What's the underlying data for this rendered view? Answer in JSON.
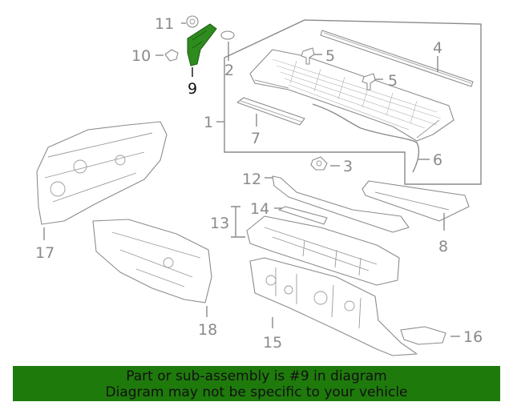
{
  "callouts": {
    "c1": "1",
    "c2": "2",
    "c3": "3",
    "c4": "4",
    "c5a": "5",
    "c5b": "5",
    "c6": "6",
    "c7": "7",
    "c8": "8",
    "c9": "9",
    "c10": "10",
    "c11": "11",
    "c12": "12",
    "c13": "13",
    "c14": "14",
    "c15": "15",
    "c16": "16",
    "c17": "17",
    "c18": "18"
  },
  "highlight_part": "9",
  "colors": {
    "highlight_part": "#2e8b1e",
    "banner_bg": "#1f7a0c",
    "line": "#8a8a8a"
  },
  "banner": {
    "line1": "Part or sub-assembly is #9 in diagram",
    "line2": "Diagram may not be specific to your vehicle"
  }
}
